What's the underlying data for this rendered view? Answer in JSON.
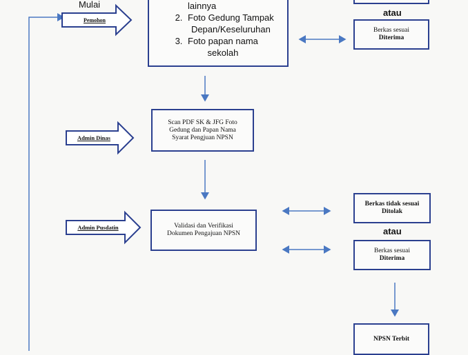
{
  "start_label": "Mulai",
  "actors": {
    "pemohon": "Pemohon",
    "admin_dinas": "Admin Dinas",
    "admin_pusdatin": "Admin Pusdatin"
  },
  "box_requirements": {
    "line0": "lainnya",
    "item2_num": "2.",
    "item2_line1": "Foto Gedung Tampak",
    "item2_line2": "Depan/Keseluruhan",
    "item3_num": "3.",
    "item3_line1": "Foto papan nama",
    "item3_line2": "sekolah"
  },
  "box_scan": {
    "line1": "Scan PDF  SK & JFG Foto",
    "line2": "Gedung dan Papan Nama",
    "line3": "Syarat Pengjuan NPSN"
  },
  "box_validate": {
    "line1": "Validasi dan Verifikasi",
    "line2": "Dokumen Pengajuan NPSN"
  },
  "top_right": {
    "atau": "atau",
    "accepted_line1": "Berkas sesuai",
    "accepted_line2": "Diterima"
  },
  "mid_right": {
    "rejected_line1": "Berkas tidak sesuai",
    "rejected_line2": "Ditolak",
    "atau": "atau",
    "accepted_line1": "Berkas sesuai",
    "accepted_line2": "Diterima"
  },
  "npsn_box": "NPSN Terbit",
  "colors": {
    "stroke": "#2a3f8f",
    "arrow": "#4a78c2"
  }
}
